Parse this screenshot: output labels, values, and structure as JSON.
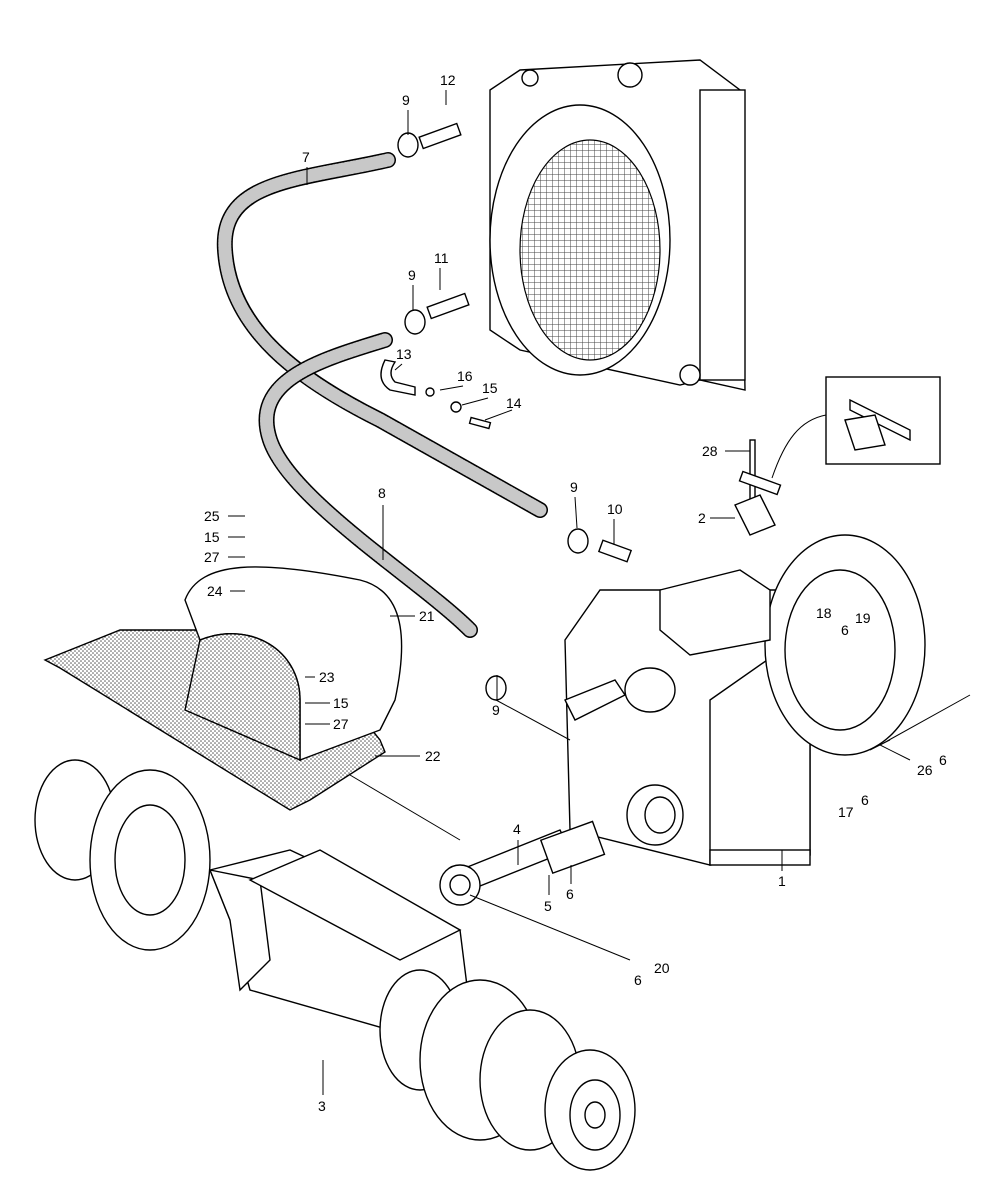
{
  "diagram": {
    "type": "exploded parts diagram",
    "callouts": [
      "12",
      "9",
      "7",
      "11",
      "9",
      "13",
      "16",
      "15",
      "14",
      "28",
      "9",
      "10",
      "2",
      "8",
      "25",
      "15",
      "27",
      "24",
      "18",
      "6",
      "19",
      "23",
      "21",
      "15",
      "27",
      "22",
      "9",
      "26",
      "6",
      "17",
      "6",
      "4",
      "5",
      "6",
      "1",
      "6",
      "20",
      "3"
    ]
  }
}
